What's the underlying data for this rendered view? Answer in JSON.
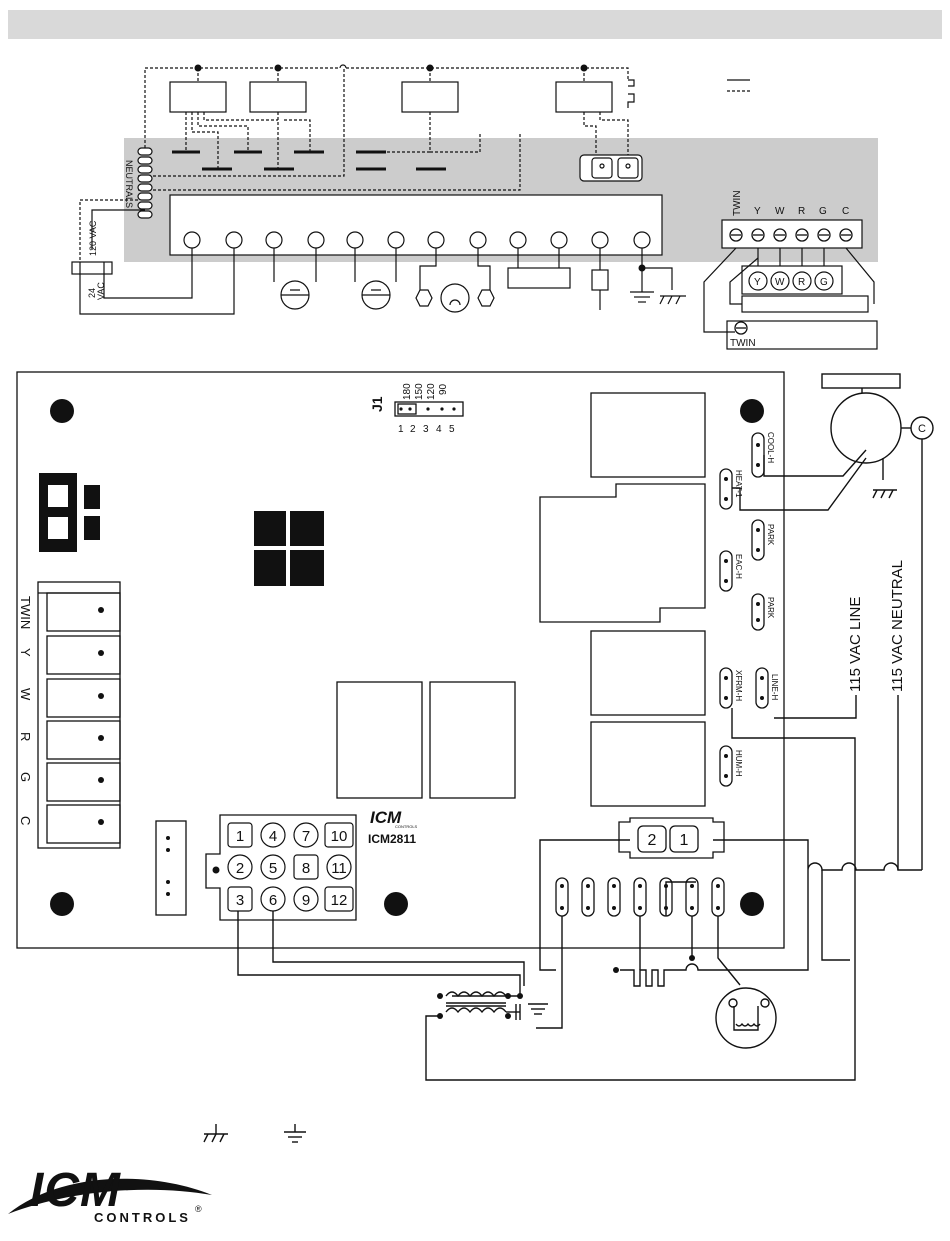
{
  "top_panel": {
    "neutrals_label": "NEUTRALS",
    "vac120_label": "120 VAC",
    "vac24_label_line1": "24",
    "vac24_label_line2": "VAC"
  },
  "thermostat": {
    "terminals": [
      "TWIN",
      "Y",
      "W",
      "R",
      "G",
      "C"
    ],
    "inner_terminals": [
      "Y",
      "W",
      "R",
      "G"
    ],
    "twin_label": "TWIN"
  },
  "board": {
    "jumper_label": "J1",
    "jumper_speeds": [
      "180",
      "150",
      "120",
      "90"
    ],
    "jumper_pins": [
      "1",
      "2",
      "3",
      "4",
      "5"
    ],
    "left_terminals": [
      "TWIN",
      "Y",
      "W",
      "R",
      "G",
      "C"
    ],
    "right_terminals": [
      "COOL-H",
      "HEAT-1",
      "PARK",
      "EAC-H",
      "PARK",
      "XFRM-H",
      "LINE-H",
      "HUM-H"
    ],
    "plug_pins": [
      "1",
      "4",
      "7",
      "10",
      "2",
      "5",
      "8",
      "11",
      "3",
      "6",
      "9",
      "12"
    ],
    "plug2_pins": [
      "2",
      "1"
    ],
    "model": "ICM2811",
    "brand_small": "ICM",
    "brand_small_sub": "CONTROLS"
  },
  "motor": {
    "capacitor_label": "C"
  },
  "power": {
    "line_label": "115  VAC LINE",
    "neutral_label": "115  VAC NEUTRAL"
  },
  "logo": {
    "brand": "ICM",
    "sub": "CONTROLS",
    "reg": "®"
  },
  "colors": {
    "header_bar": "#d9d9d9",
    "panel": "#cccccc"
  }
}
